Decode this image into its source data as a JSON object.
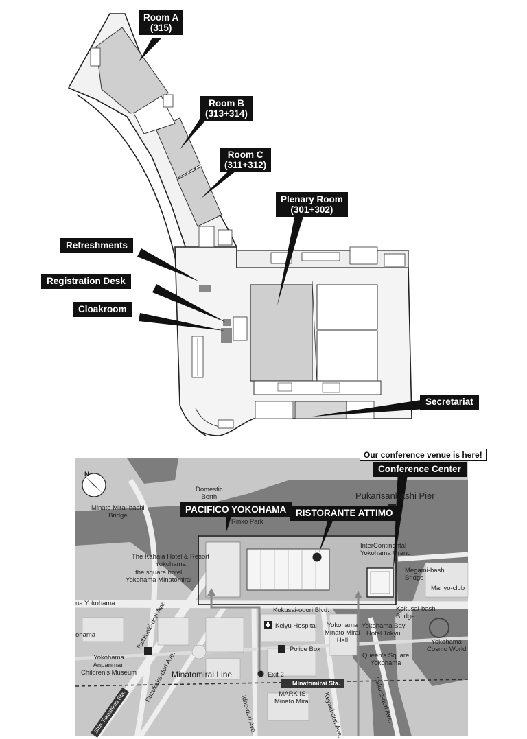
{
  "floor_plan": {
    "rooms": [
      {
        "key": "room_a",
        "line1": "Room A",
        "line2": "(315)"
      },
      {
        "key": "room_b",
        "line1": "Room B",
        "line2": "(313+314)"
      },
      {
        "key": "room_c",
        "line1": "Room C",
        "line2": "(311+312)"
      },
      {
        "key": "plenary",
        "line1": "Plenary Room",
        "line2": "(301+302)"
      }
    ],
    "facilities": {
      "refreshments": "Refreshments",
      "registration": "Registration Desk",
      "cloakroom": "Cloakroom",
      "secretariat": "Secretariat"
    }
  },
  "area_map": {
    "notice": "Our conference venue is here!",
    "venue": "Conference Center",
    "pacifico": "PACIFICO YOKOHAMA",
    "restaurant": "RISTORANTE ATTIMO",
    "pier": "Pukarisanbashi Pier",
    "domestic_berth": [
      "Domestic",
      "Berth"
    ],
    "rinko_park": "Rinko Park",
    "minato_mirai_bashi": [
      "Minato Mirai-bashi",
      "Bridge"
    ],
    "kahala": [
      "The Kahala Hotel & Resort",
      "Yokohama"
    ],
    "square_hotel": [
      "the square hotel",
      "Yokohama Minatomirai"
    ],
    "intercontinental": [
      "InterContinental",
      "Yokohama Grand"
    ],
    "megami": [
      "Megami-bashi",
      "Bridge"
    ],
    "manyo": "Manyo-club",
    "kokusai_blvd": "Kokusai-odori Blvd.",
    "kokusai_bashi": [
      "Kokusai-bashi",
      "Bridge"
    ],
    "yokohama_left": "na Yokohama",
    "yokohama_left2": "ohama",
    "tochinoki": "Tochinoki-dori Ave.",
    "keiyu": "Keiyu Hospital",
    "mm_hall": [
      "Yokohama",
      "Minato Mirai",
      "Hall"
    ],
    "bay_hotel": [
      "Yokohama Bay",
      "Hotel Tokyu"
    ],
    "cosmo": [
      "Yokohama",
      "Cosmo World"
    ],
    "police": "Police Box",
    "queens": [
      "Queen's Square",
      "Yokohama"
    ],
    "anpanman": [
      "Yokohama",
      "Anpanman",
      "Children's Museum"
    ],
    "minatomirai_line": "Minatomirai Line",
    "exit2": "Exit 2",
    "station": "Minatomirai Sta.",
    "mark_is": [
      "MARK IS",
      "Minato Mirai"
    ],
    "idho": "Idho-dori Ave.",
    "keyaki": "Keyaki-dori Ave.",
    "sakura": "Sakura-dori Ave.",
    "suzukake": "Suzukake-dori Ave.",
    "shin_takashima": "Shin-Takashima Sta.",
    "compass": "N"
  }
}
